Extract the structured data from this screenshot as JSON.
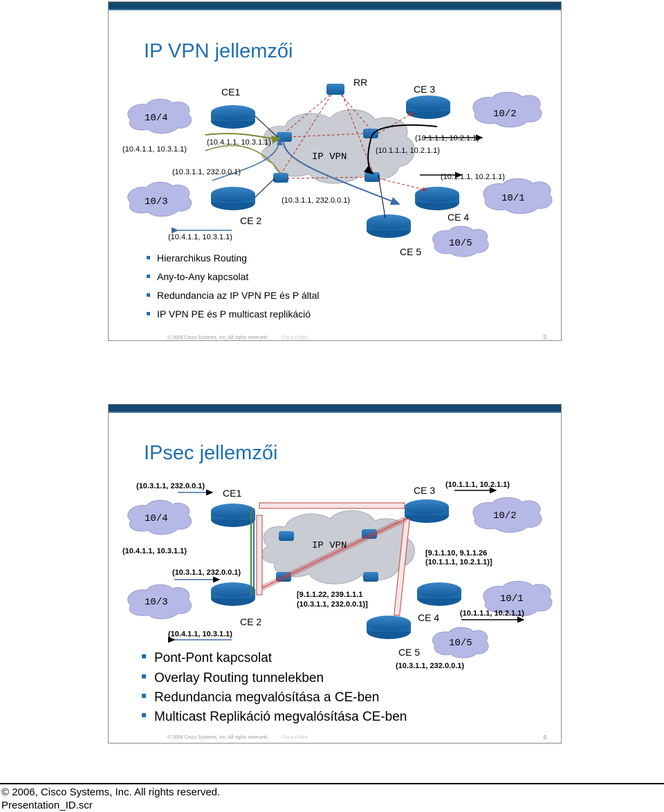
{
  "slide1": {
    "title": "IP VPN jellemzői",
    "labels": {
      "ce1": "CE1",
      "rr": "RR",
      "ce3": "CE 3",
      "ipvpn": "IP VPN",
      "ce2": "CE 2",
      "ce4": "CE 4",
      "ce5": "CE 5",
      "n104": "10/4",
      "n102": "10/2",
      "n103": "10/3",
      "n101": "10/1",
      "n105": "10/5",
      "a1": "(10.4.1.1, 10.3.1.1)",
      "a2": "(10.4.1.1, 10.3.1.1)",
      "a3": "(10.1.1.1, 10.2.1.1)",
      "a4": "(10.1.1.1, 10.2.1.1)",
      "a5": "(10.3.1.1, 232.0.0.1)",
      "a6": "(10.1.1.1, 10.2.1.1)",
      "a7": "(10.3.1.1, 232.0.0.1)",
      "a8": "(10.4.1.1, 10.3.1.1)"
    },
    "bullets": [
      "Hierarchikus Routing",
      "Any-to-Any kapcsolat",
      "Redundancia az IP VPN PE és P által",
      "IP VPN PE és P multicast replikáció"
    ],
    "footer": "© 2009 Cisco Systems, Inc. All rights reserved.",
    "footer_public": "Cisco Public",
    "page": "3"
  },
  "slide2": {
    "title": "IPsec jellemzői",
    "labels": {
      "ce1": "CE1",
      "ce3": "CE 3",
      "ipvpn": "IP VPN",
      "ce2": "CE 2",
      "ce4": "CE 4",
      "ce5": "CE 5",
      "n104": "10/4",
      "n102": "10/2",
      "n103": "10/3",
      "n101": "10/1",
      "n105": "10/5",
      "b1": "(10.3.1.1, 232.0.0.1)",
      "b2": "(10.1.1.1, 10.2.1.1)",
      "b3": "(10.4.1.1, 10.3.1.1)",
      "b4": "[9.1.1.10, 9.1.1.26",
      "b5": "(10.1.1.1, 10.2.1.1)]",
      "b6": "(10.3.1.1, 232.0.0.1)",
      "b7": "[9.1.1.22, 239.1.1.1",
      "b8": "(10.3.1.1, 232.0.0.1)]",
      "b9": "(10.1.1.1, 10.2.1.1)",
      "b10": "(10.4.1.1, 10.3.1.1)",
      "b11": "(10.3.1.1, 232.0.0.1)"
    },
    "bullets": [
      "Pont-Pont kapcsolat",
      "Overlay Routing tunnelekben",
      "Redundancia megvalósítása a CE-ben",
      "Multicast Replikáció megvalósítása CE-ben"
    ],
    "footer": "© 2009 Cisco Systems, Inc. All rights reserved.",
    "footer_public": "Cisco Public",
    "page": "4"
  },
  "page_footer": {
    "copyright": "© 2006, Cisco Systems, Inc. All rights reserved.",
    "id": "Presentation_ID.scr"
  }
}
